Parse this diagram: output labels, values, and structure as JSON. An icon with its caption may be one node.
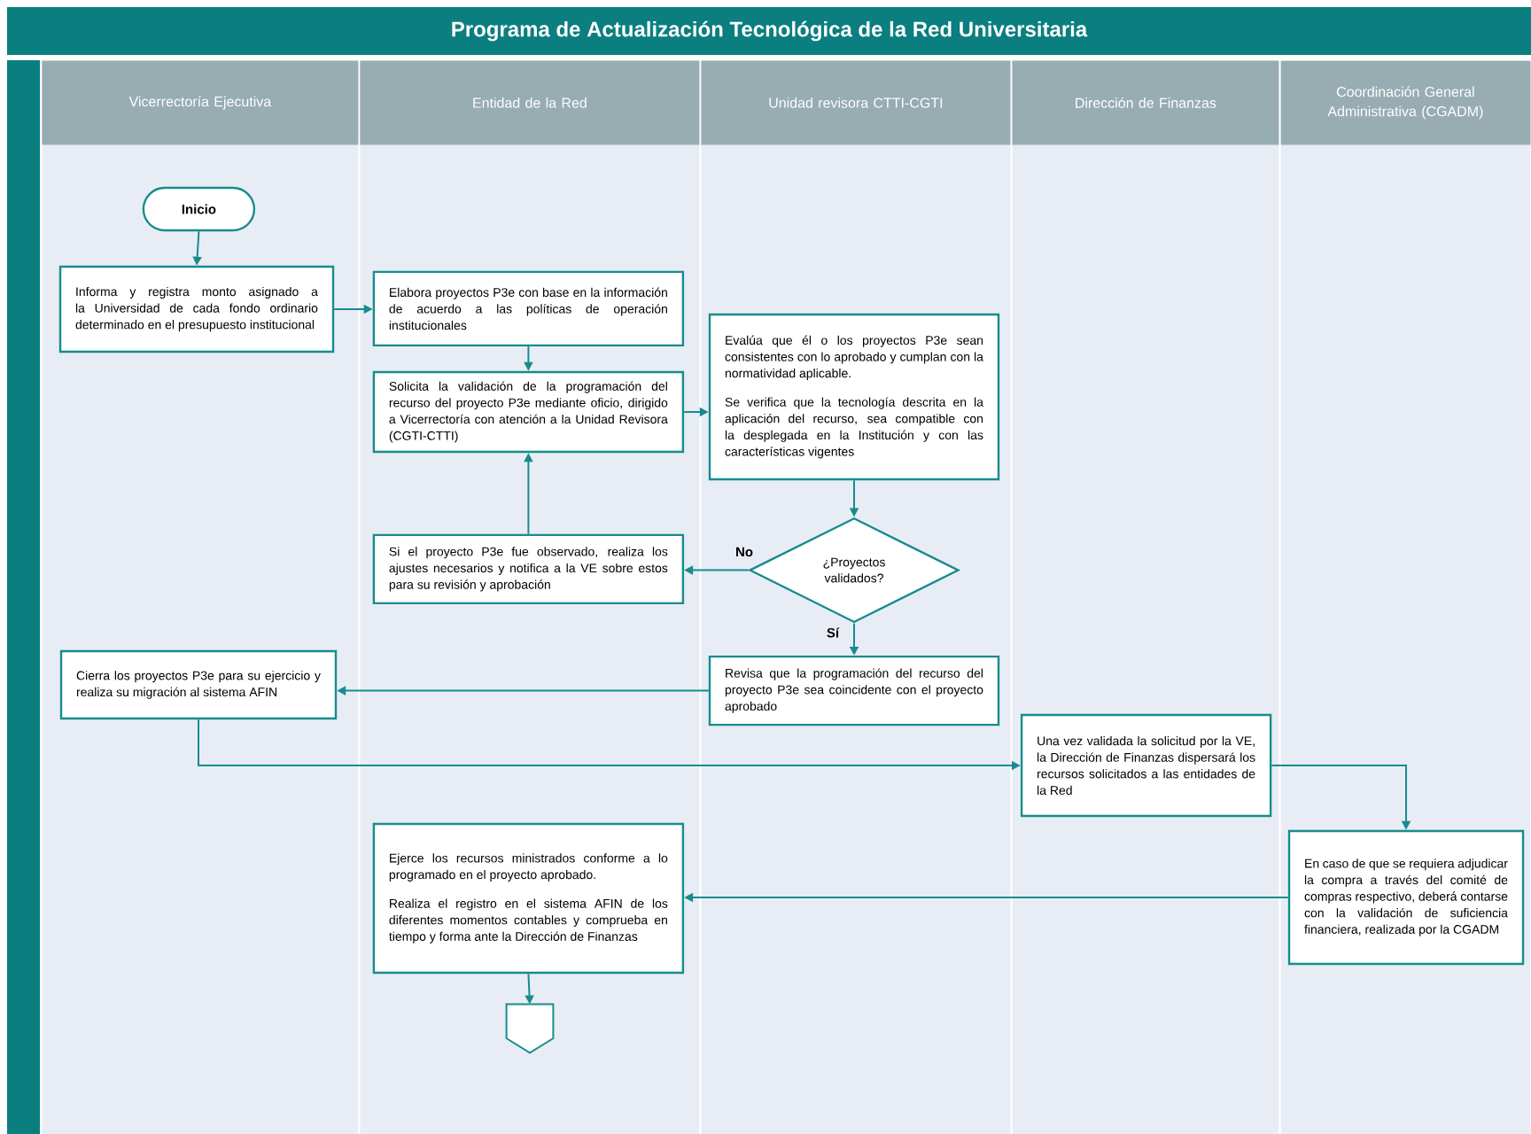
{
  "diagram": {
    "title": "Programa de Actualización Tecnológica de la Red Universitaria",
    "nodes": [
      {
        "text": [
          "Vicerrectoría Ejecutiva"
        ]
      },
      {
        "text": [
          "Entidad de la Red"
        ]
      },
      {
        "text": [
          "Unidad revisora CTTI-CGTI"
        ]
      },
      {
        "text": [
          "Dirección de Finanzas"
        ]
      },
      {
        "text": [
          "Coordinación General Administrativa (CGADM)"
        ]
      },
      {
        "text": [
          "Inicio"
        ],
        "in": 0
      },
      {
        "text": [
          "Informa y registra monto asignado a la Universidad de cada fondo ordinario determinado en el presupuesto institucional"
        ],
        "in": 0
      },
      {
        "text": [
          "Elabora proyectos P3e con base en la información de acuerdo a las políticas de operación institucionales"
        ],
        "in": 1
      },
      {
        "text": [
          "Solicita la validación de la programación del recurso del proyecto P3e mediante oficio, dirigido a Vicerrectoría con atención a la Unidad Revisora (CGTI-CTTI)"
        ],
        "in": 1
      },
      {
        "text": [
          "Evalúa que él o los proyectos P3e sean consistentes con lo aprobado y cumplan con la normatividad aplicable.",
          "Se verifica que la tecnología descrita en la aplicación del recurso, sea compatible con la desplegada en la Institución y con las características vigentes"
        ],
        "in": 2
      },
      {
        "text": [
          "¿Proyectos validados?"
        ],
        "in": 2
      },
      {
        "text": [
          "Si el proyecto P3e fue observado, realiza los ajustes necesarios y notifica a la VE sobre estos para su revisión y aprobación"
        ],
        "in": 1
      },
      {
        "text": [
          "Revisa que la programación del recurso del proyecto P3e sea coincidente con el proyecto aprobado"
        ],
        "in": 2
      },
      {
        "text": [
          "Cierra los proyectos P3e para su ejercicio y realiza su migración al sistema AFIN"
        ],
        "in": 0
      },
      {
        "text": [
          "Una vez validada la solicitud por la VE, la Dirección de Finanzas dispersará los recursos solicitados a las entidades de la Red"
        ],
        "in": 3
      },
      {
        "text": [
          "En caso de que se requiera adjudicar la compra a través del comité de compras respectivo, deberá contarse con la validación de suficiencia financiera, realizada por la CGADM"
        ],
        "in": 4
      },
      {
        "text": [
          "Ejerce los recursos ministrados conforme a lo programado en el proyecto aprobado.",
          "Realiza el registro en el sistema AFIN de los diferentes momentos contables y comprueba en tiempo y forma ante la Dirección de Finanzas"
        ],
        "in": 1
      },
      {
        "text": [],
        "shape": "pentagon",
        "in": 1
      }
    ],
    "edges": [
      {
        "from": 5,
        "to": 6,
        "arrow": "to"
      },
      {
        "from": 6,
        "to": 7,
        "arrow": "to"
      },
      {
        "from": 7,
        "to": 8,
        "arrow": "to"
      },
      {
        "from": 8,
        "to": 9,
        "arrow": "to"
      },
      {
        "from": 9,
        "to": 10,
        "arrow": "to"
      },
      {
        "from": 10,
        "to": 11,
        "arrow": "to",
        "label": "No"
      },
      {
        "from": 10,
        "to": 12,
        "arrow": "to",
        "label": "Sí"
      },
      {
        "from": 11,
        "to": 8,
        "arrow": "to"
      },
      {
        "from": 12,
        "to": 13,
        "arrow": "to"
      },
      {
        "from": 13,
        "to": 14,
        "arrow": "to"
      },
      {
        "from": 14,
        "to": 15,
        "arrow": "to"
      },
      {
        "from": 15,
        "to": 16,
        "arrow": "to"
      },
      {
        "from": 16,
        "to": 17,
        "arrow": "to"
      }
    ]
  }
}
